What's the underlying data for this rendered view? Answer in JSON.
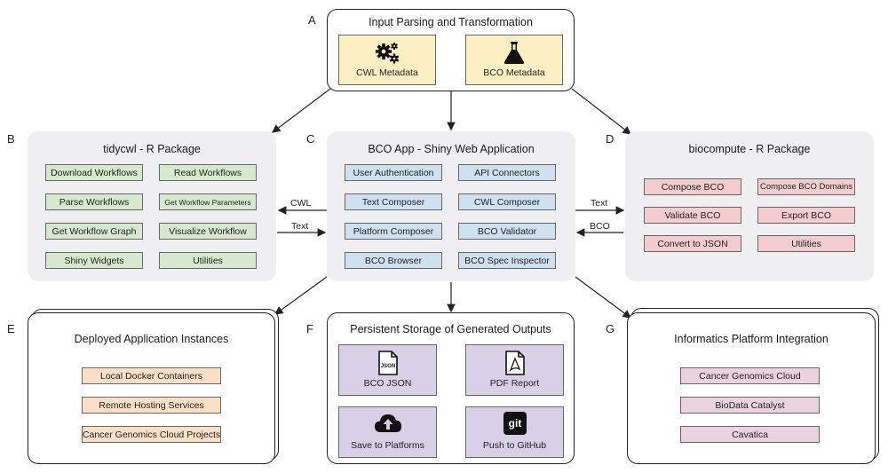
{
  "panels": {
    "a": {
      "letter": "A",
      "title": "Input Parsing and Transformation",
      "cards": [
        "CWL Metadata",
        "BCO Metadata"
      ],
      "icons": [
        "gears-icon",
        "flask-icon"
      ]
    },
    "b": {
      "letter": "B",
      "title": "tidycwl - R Package",
      "items": [
        "Download Workflows",
        "Read Workflows",
        "Parse Workflows",
        "Get Workflow Parameters",
        "Get Workflow Graph",
        "Visualize Workflow",
        "Shiny Widgets",
        "Utilities"
      ]
    },
    "c": {
      "letter": "C",
      "title": "BCO App - Shiny Web Application",
      "items": [
        "User Authentication",
        "API Connectors",
        "Text Composer",
        "CWL Composer",
        "Platform Composer",
        "BCO Validator",
        "BCO Browser",
        "BCO Spec Inspector"
      ]
    },
    "d": {
      "letter": "D",
      "title": "biocompute - R Package",
      "items": [
        "Compose BCO",
        "Compose BCO Domains",
        "Validate BCO",
        "Export BCO",
        "Convert to JSON",
        "Utilities"
      ]
    },
    "e": {
      "letter": "E",
      "title": "Deployed Application Instances",
      "items": [
        "Local Docker Containers",
        "Remote Hosting Services",
        "Cancer Genomics Cloud Projects"
      ]
    },
    "f": {
      "letter": "F",
      "title": "Persistent Storage of Generated Outputs",
      "cards": [
        "BCO JSON",
        "PDF Report",
        "Save to Platforms",
        "Push to GitHub"
      ],
      "icons": [
        "json-file-icon",
        "pdf-file-icon",
        "cloud-upload-icon",
        "git-icon"
      ],
      "json_glyph": "JSON",
      "git_glyph": "git"
    },
    "g": {
      "letter": "G",
      "title": "Informatics Platform Integration",
      "items": [
        "Cancer Genomics Cloud",
        "BioData Catalyst",
        "Cavatica"
      ]
    }
  },
  "edges": {
    "b_c_cwl": "CWL",
    "c_b_text": "Text",
    "c_d_text": "Text",
    "d_c_bco": "BCO"
  },
  "colors": {
    "green": "#d6e9cf",
    "blue": "#cfe0f0",
    "red": "#f3cccf",
    "orange": "#fbdfc6",
    "pink": "#ead3dc",
    "yellow": "#fcefc4",
    "lilac": "#d9cfe6",
    "panel_gray": "#efeef0"
  }
}
